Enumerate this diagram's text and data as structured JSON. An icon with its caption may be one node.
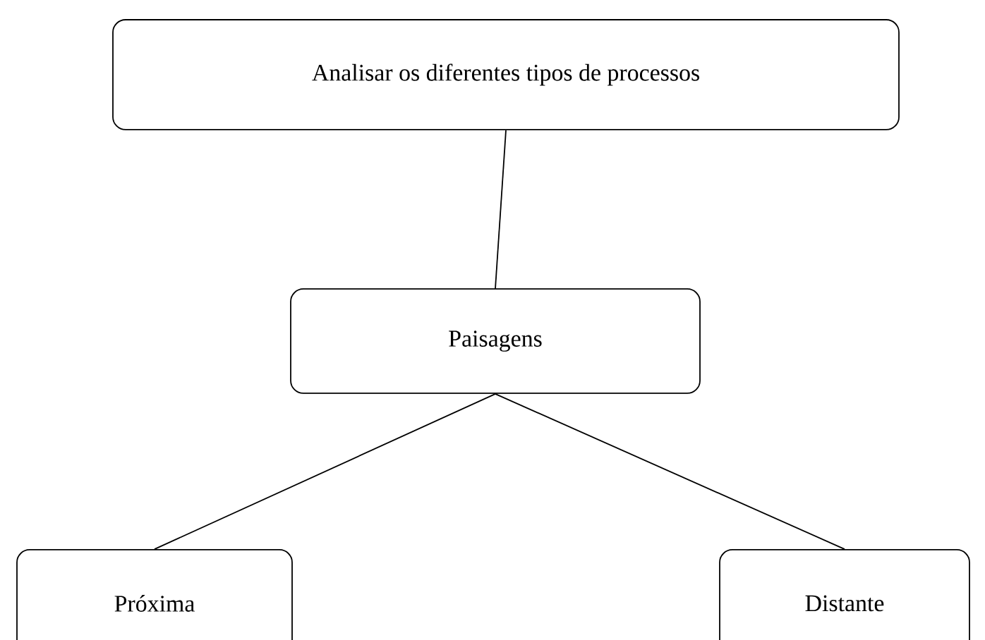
{
  "diagram": {
    "nodes": [
      {
        "text": [
          "Analisar os diferentes tipos de processos"
        ]
      },
      {
        "text": [
          "Paisagens"
        ]
      },
      {
        "text": [
          "Próxima"
        ]
      },
      {
        "text": [
          "Distante"
        ]
      }
    ],
    "edges": [
      {
        "from": 0,
        "to": 1,
        "arrow": "none"
      },
      {
        "from": 1,
        "to": 2,
        "arrow": "none"
      },
      {
        "from": 1,
        "to": 3,
        "arrow": "none"
      }
    ]
  }
}
